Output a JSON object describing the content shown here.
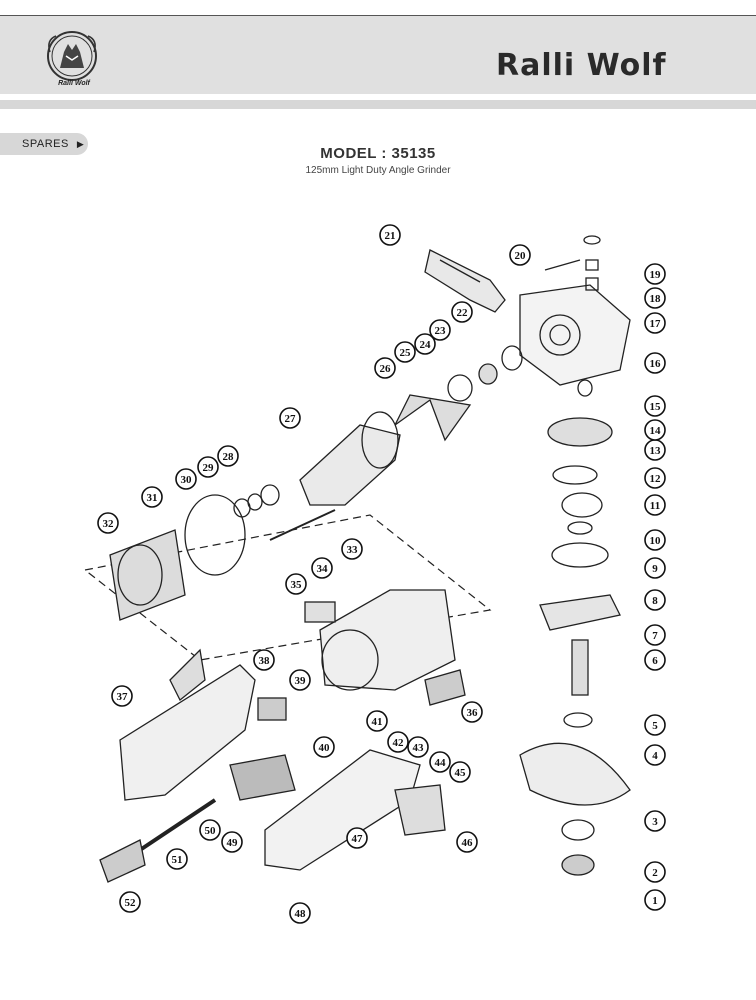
{
  "brand": {
    "name": "Ralli Wolf",
    "emblem_text": "Ralli Wolf",
    "emblem_icon": "wolf-crest-icon"
  },
  "tab": {
    "label": "SPARES",
    "arrow": "▶"
  },
  "model": {
    "title": "MODEL : 35135",
    "subtitle": "125mm Light Duty Angle Grinder"
  },
  "callouts": [
    "1",
    "2",
    "3",
    "4",
    "5",
    "6",
    "7",
    "8",
    "9",
    "10",
    "11",
    "12",
    "13",
    "14",
    "15",
    "16",
    "17",
    "18",
    "19",
    "20",
    "21",
    "22",
    "23",
    "24",
    "25",
    "26",
    "27",
    "28",
    "29",
    "30",
    "31",
    "32",
    "33",
    "34",
    "35",
    "36",
    "37",
    "38",
    "39",
    "40",
    "41",
    "42",
    "43",
    "44",
    "45",
    "46",
    "47",
    "48",
    "49",
    "50",
    "51",
    "52"
  ]
}
